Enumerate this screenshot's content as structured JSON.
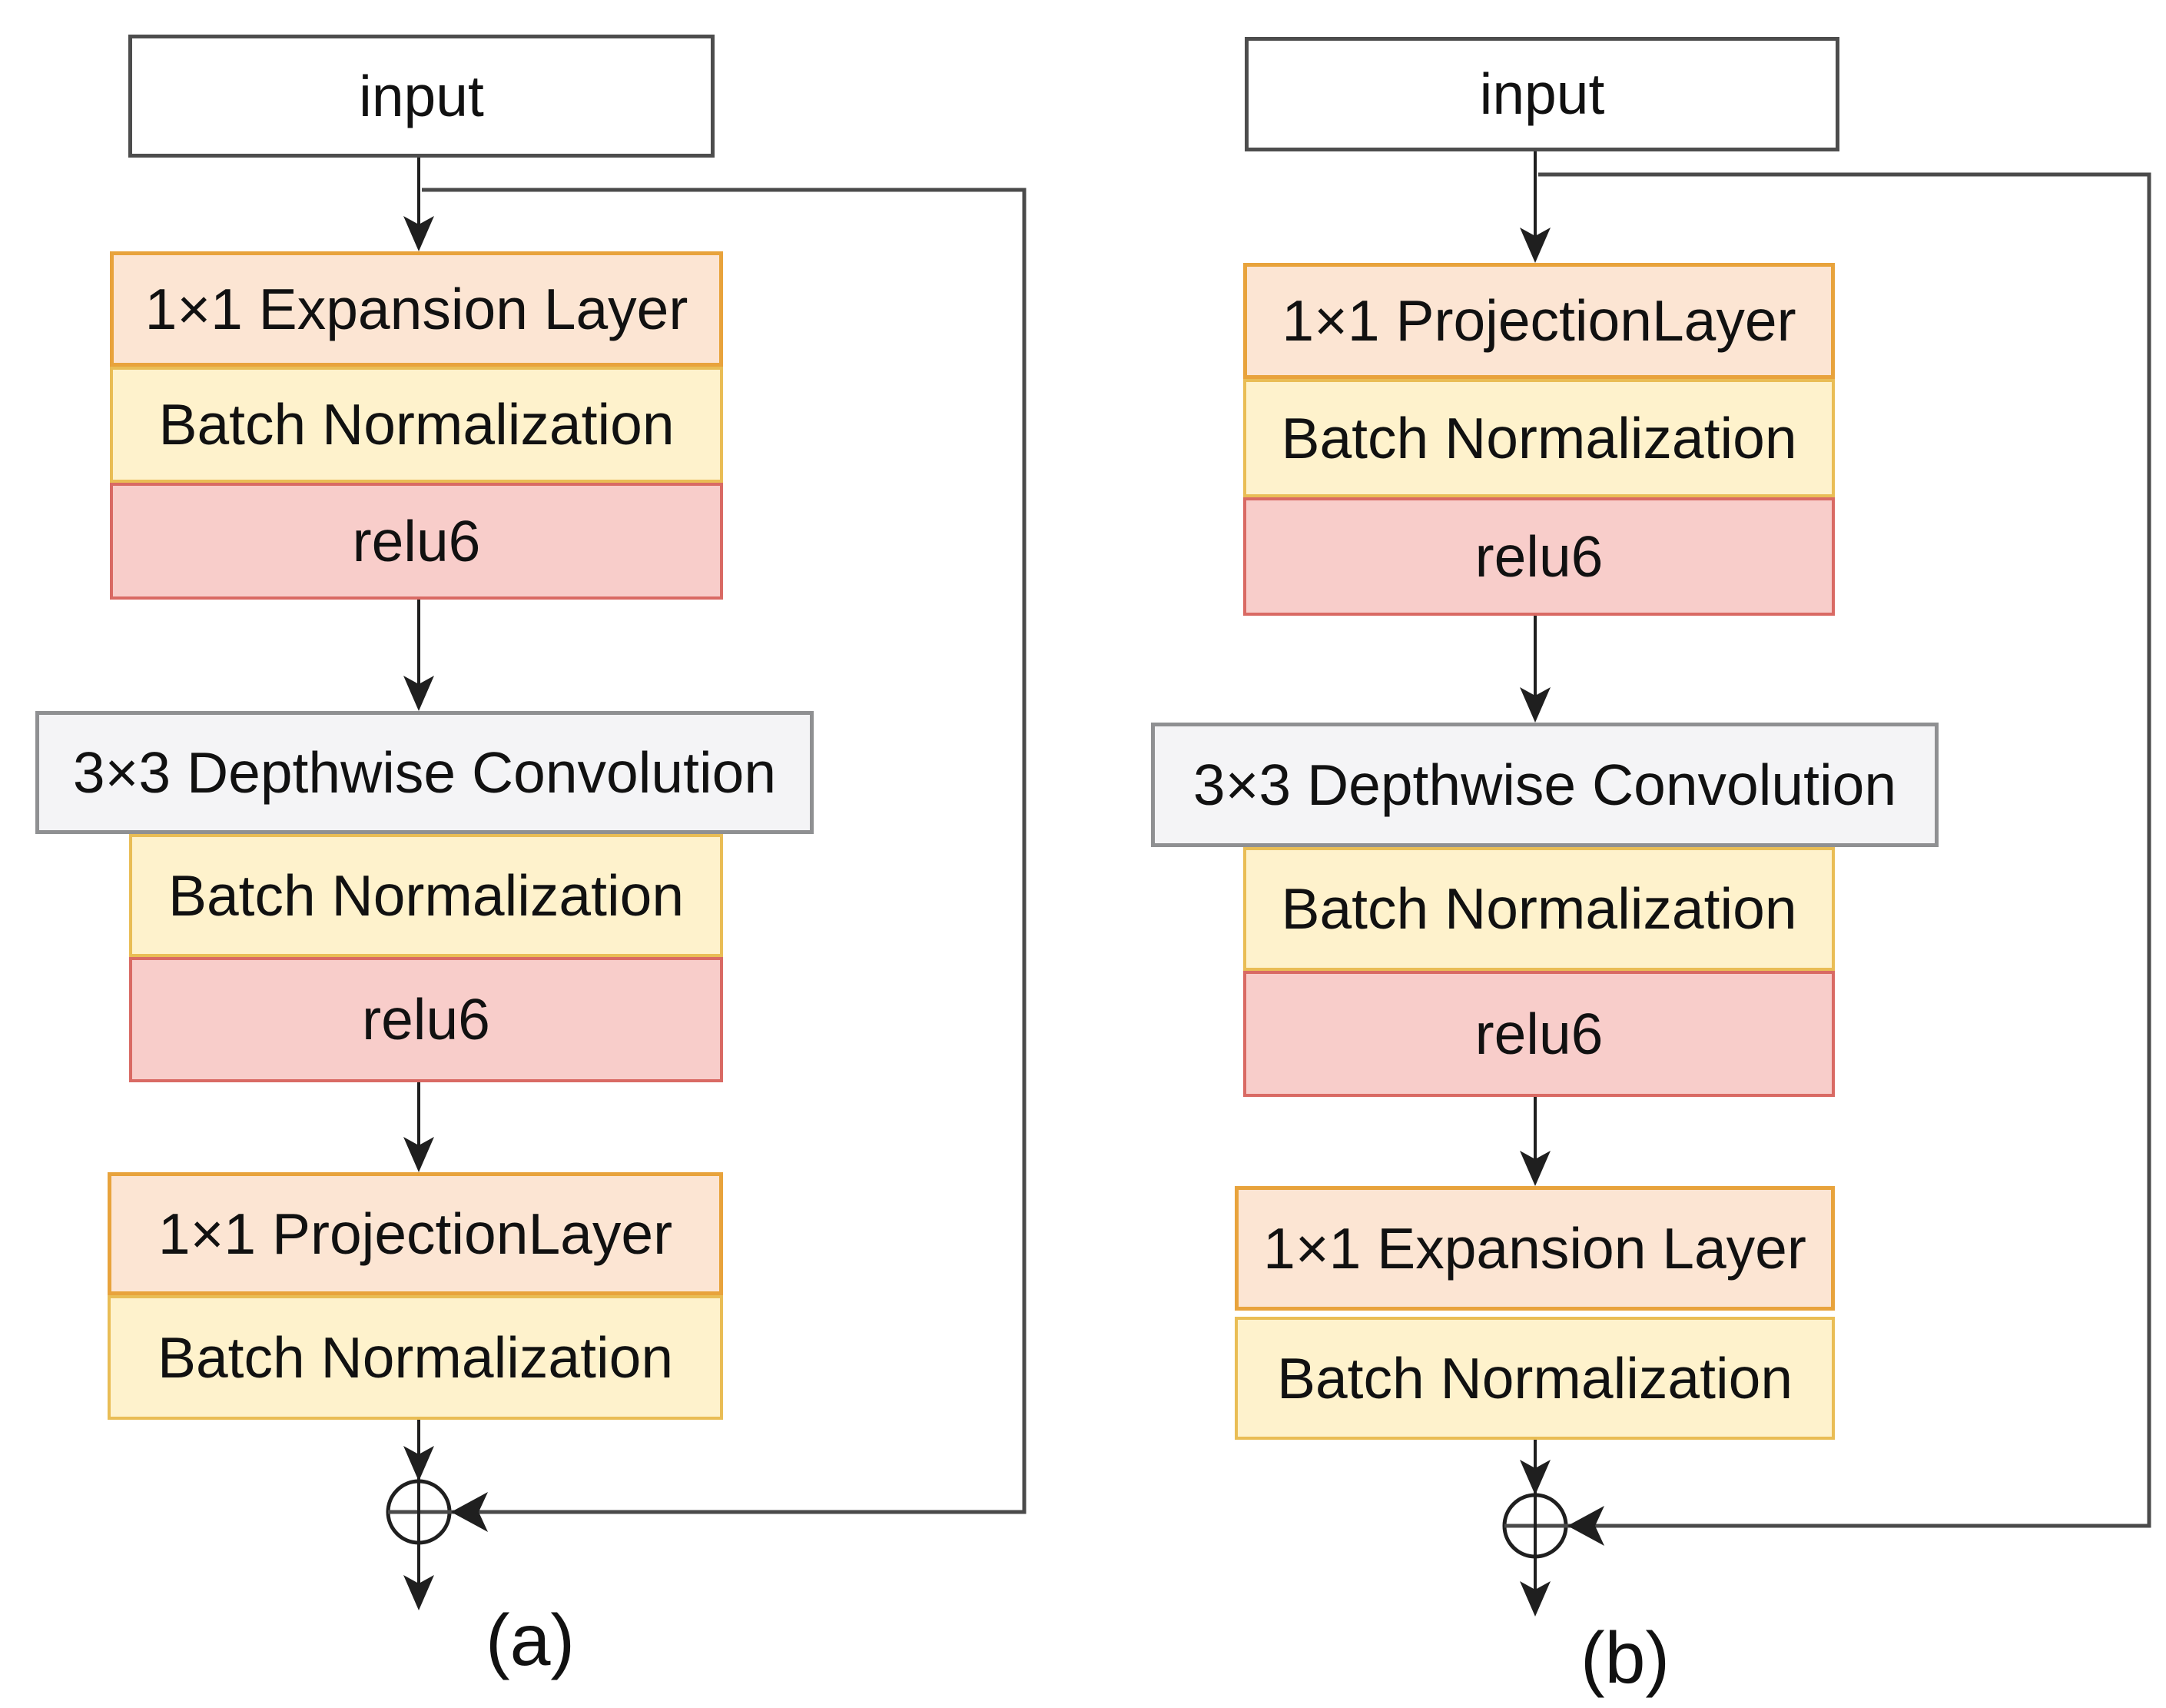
{
  "colors": {
    "peach_fill": "#fce5d3",
    "peach_border": "#e8a33c",
    "yellow_fill": "#fef2cc",
    "yellow_border": "#e9bd55",
    "pink_fill": "#f8cdca",
    "pink_border": "#d96a64",
    "gray_fill": "#f4f4f6",
    "gray_border": "#8f9092",
    "input_border": "#4d4d4d",
    "flow_line": "#1f1f1f",
    "skip_line": "#4a4a4a",
    "text": "#111111"
  },
  "a": {
    "caption": "(a)",
    "input": "input",
    "layer1": "1×1 Expansion Layer",
    "bn1": "Batch Normalization",
    "act1": "relu6",
    "depthwise": "3×3 Depthwise Convolution",
    "bn2": "Batch Normalization",
    "act2": "relu6",
    "layer2": "1×1 ProjectionLayer",
    "bn3": "Batch Normalization"
  },
  "b": {
    "caption": "(b)",
    "input": "input",
    "layer1": "1×1 ProjectionLayer",
    "bn1": "Batch Normalization",
    "act1": "relu6",
    "depthwise": "3×3 Depthwise Convolution",
    "bn2": "Batch Normalization",
    "act2": "relu6",
    "layer2": "1×1 Expansion Layer",
    "bn3": "Batch Normalization"
  }
}
